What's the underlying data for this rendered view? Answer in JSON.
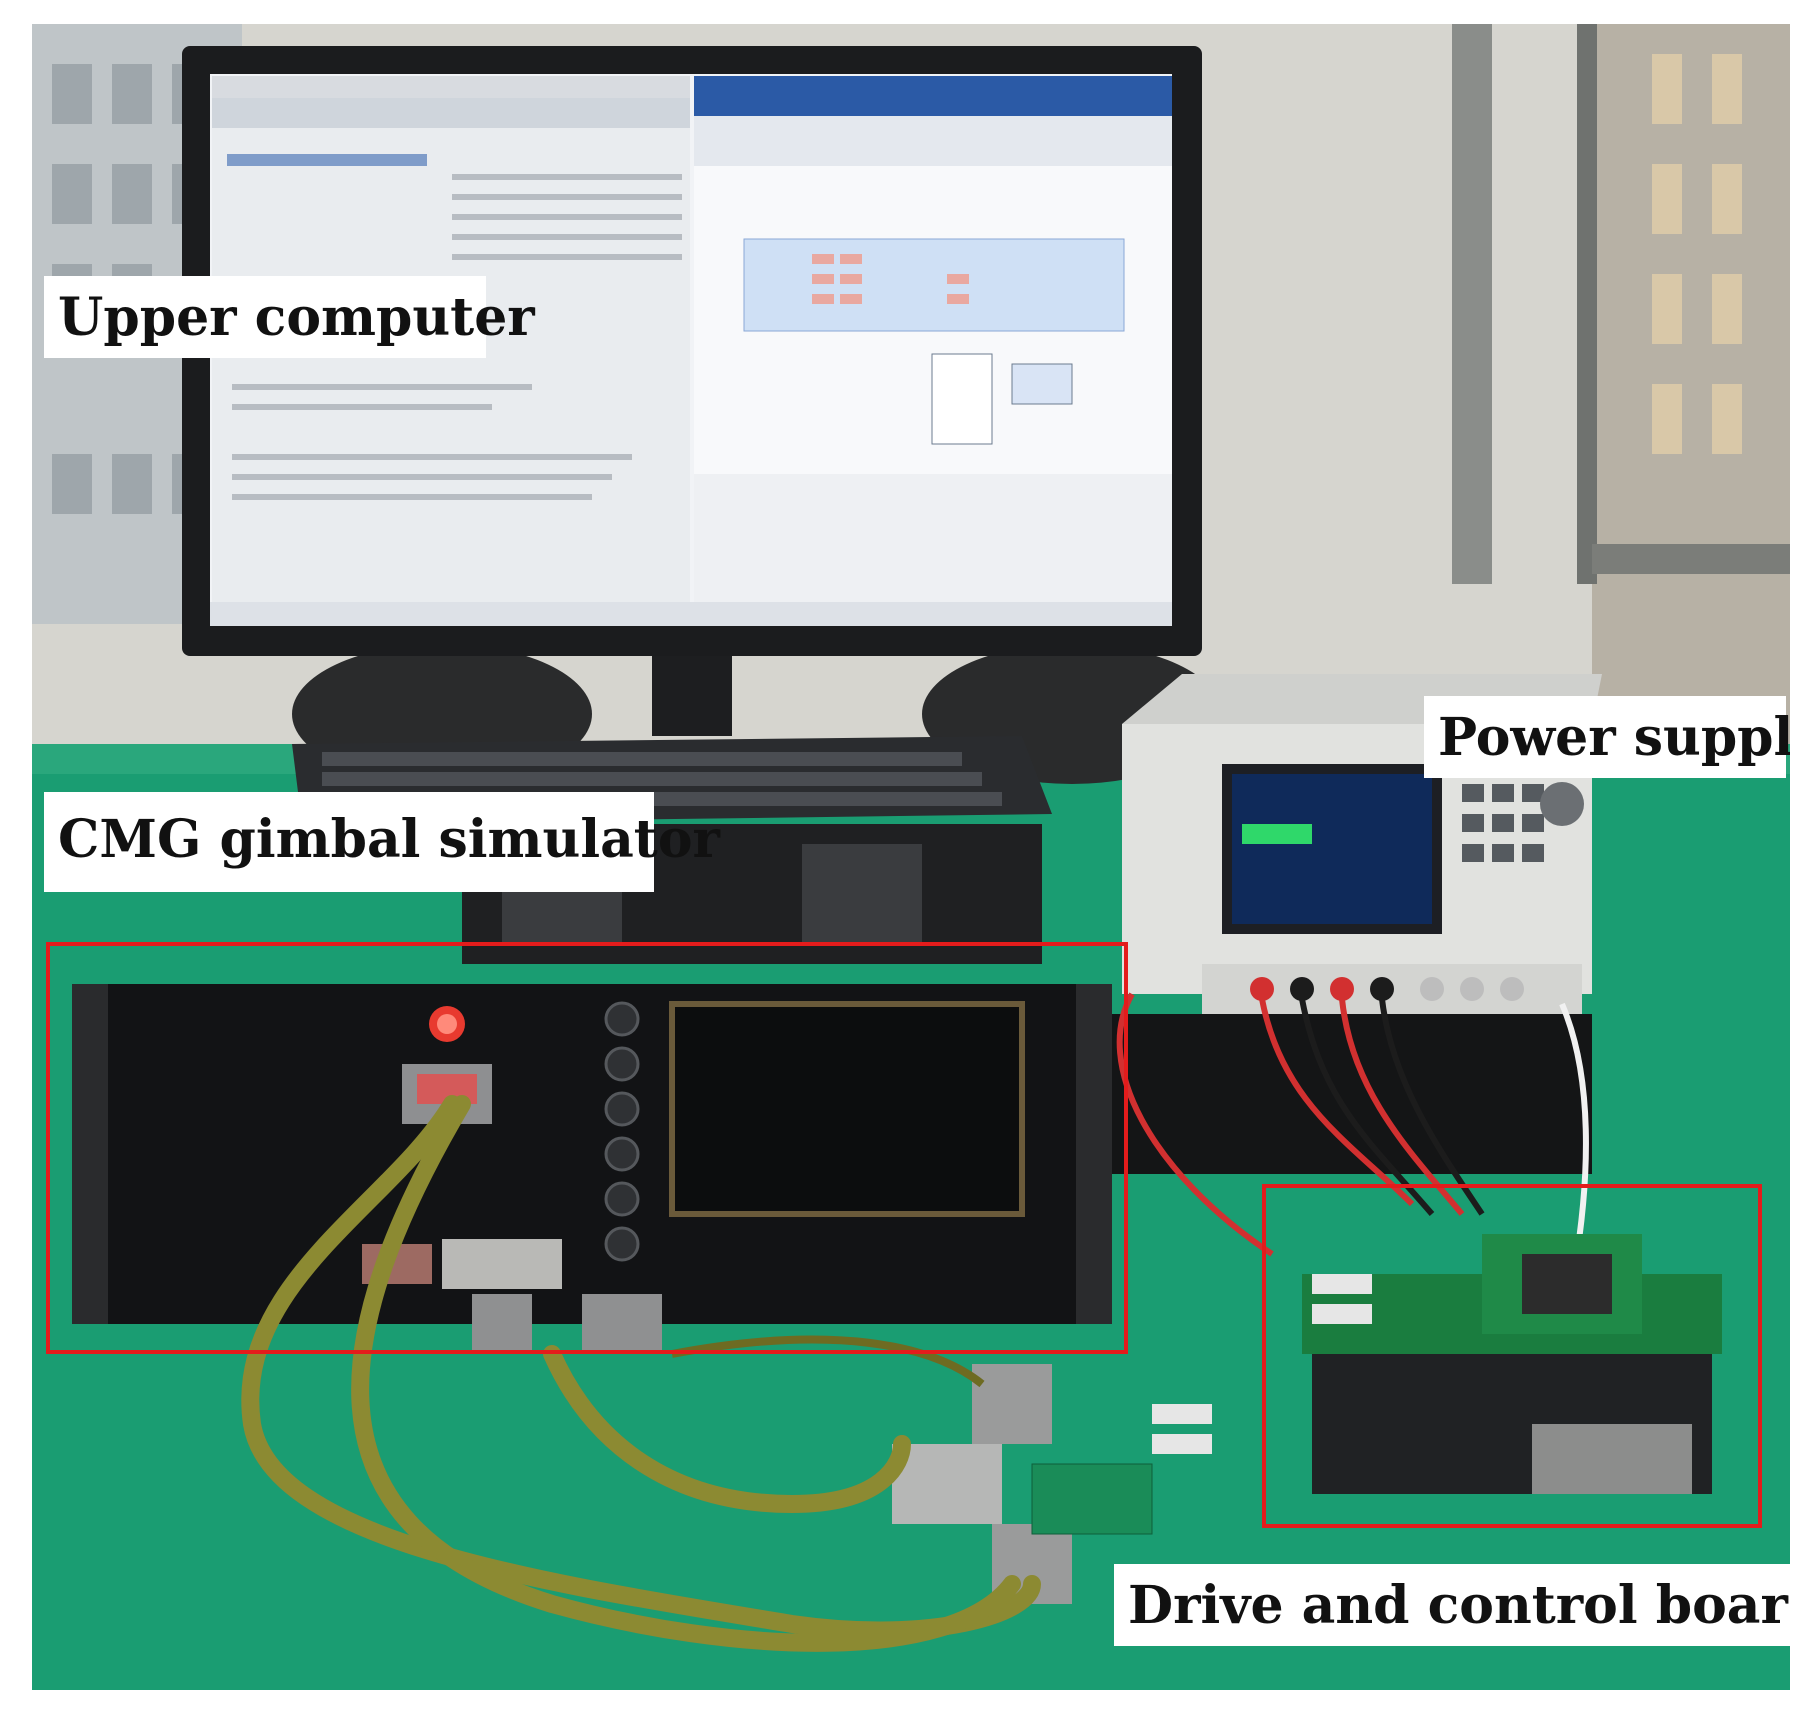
{
  "labels": {
    "upper_computer": "Upper computer",
    "cmg_gimbal_simulator": "CMG gimbal simulator",
    "power_supply": "Power supply",
    "drive_and_control_board": "Drive and control board"
  },
  "colors": {
    "highlight_frame": "#e41c1c",
    "label_background": "#ffffff",
    "table_surface": "#1a9d72"
  }
}
